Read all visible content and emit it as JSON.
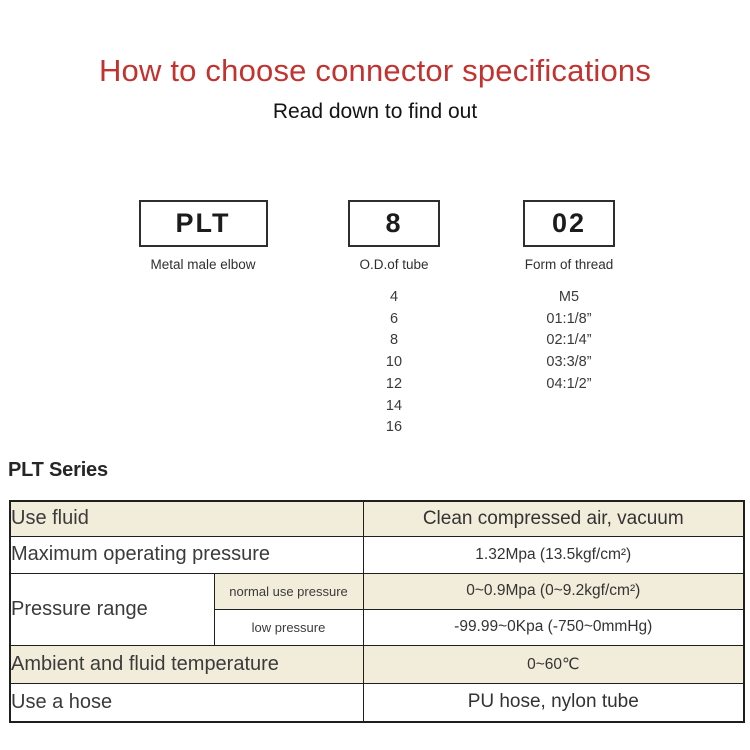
{
  "header": {
    "title": "How to choose connector specifications",
    "subtitle": "Read down to find out",
    "title_color": "#c23330"
  },
  "model_code": {
    "segments": [
      {
        "code": "PLT",
        "meaning": "Metal male elbow",
        "options": []
      },
      {
        "code": "8",
        "meaning": "O.D.of tube",
        "options": [
          "4",
          "6",
          "8",
          "10",
          "12",
          "14",
          "16"
        ]
      },
      {
        "code": "02",
        "meaning": "Form of thread",
        "options": [
          "M5",
          "01:1/8”",
          "02:1/4”",
          "03:3/8”",
          "04:1/2”"
        ]
      }
    ]
  },
  "series_heading": "PLT Series",
  "spec_table": {
    "highlight_color": "#f2ecdb",
    "border_color": "#1f1f1f",
    "rows": [
      {
        "label": "Use fluid",
        "value": "Clean compressed air, vacuum",
        "highlighted": true
      },
      {
        "label": "Maximum operating pressure",
        "value": "1.32Mpa (13.5kgf/cm²)",
        "highlighted": false
      },
      {
        "label": "Pressure range",
        "sublabel": "normal use pressure",
        "value": "0~0.9Mpa (0~9.2kgf/cm²)",
        "highlighted": true
      },
      {
        "label": "Pressure range",
        "sublabel": "low pressure",
        "value": "-99.99~0Kpa (-750~0mmHg)",
        "highlighted": false
      },
      {
        "label": "Ambient and fluid temperature",
        "value": "0~60℃",
        "highlighted": true
      },
      {
        "label": "Use a hose",
        "value": "PU hose, nylon tube",
        "highlighted": false
      }
    ]
  }
}
